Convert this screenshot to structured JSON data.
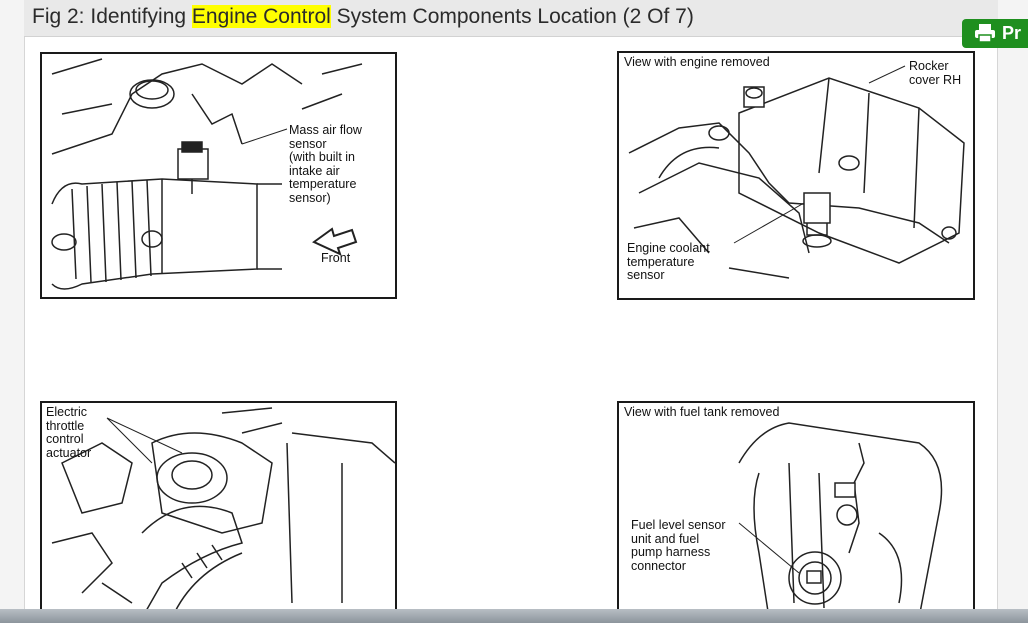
{
  "header": {
    "title_prefix": "Fig 2: Identifying ",
    "title_highlight": "Engine Control",
    "title_suffix": " System Components Location (2 Of 7)",
    "print_label": "Pr"
  },
  "colors": {
    "highlight": "#ffff00",
    "print_button": "#1f8f1f"
  },
  "figures": [
    {
      "labels": {
        "maf": "Mass air flow\nsensor\n(with built in\nintake air\ntemperature\nsensor)",
        "front": "Front"
      }
    },
    {
      "labels": {
        "view": "View with engine removed",
        "rocker": "Rocker\ncover RH",
        "ect": "Engine coolant\ntemperature\nsensor"
      }
    },
    {
      "labels": {
        "etc": "Electric\nthrottle\ncontrol\nactuator"
      }
    },
    {
      "labels": {
        "view": "View with fuel tank removed",
        "fuel": "Fuel level sensor\nunit and fuel\npump harness\nconnector"
      }
    }
  ]
}
